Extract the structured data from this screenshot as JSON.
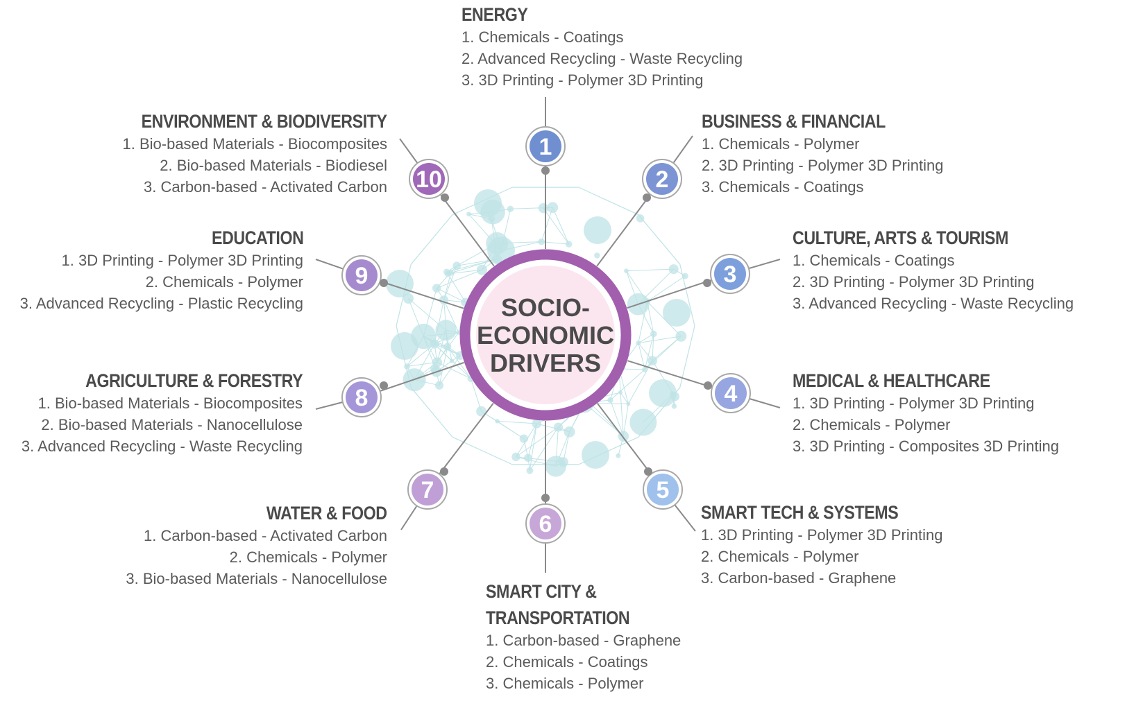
{
  "center": {
    "lines": [
      "SOCIO-",
      "ECONOMIC",
      "DRIVERS"
    ]
  },
  "drivers": [
    {
      "num": "1",
      "color": "#6f8fd0",
      "title": "ENERGY",
      "items": [
        "1. Chemicals - Coatings",
        "2. Advanced Recycling - Waste Recycling",
        "3. 3D Printing - Polymer 3D Printing"
      ]
    },
    {
      "num": "2",
      "color": "#7c94d4",
      "title": "BUSINESS & FINANCIAL",
      "items": [
        "1. Chemicals - Polymer",
        "2. 3D Printing - Polymer 3D Printing",
        "3. Chemicals - Coatings"
      ]
    },
    {
      "num": "3",
      "color": "#7d9fdb",
      "title": "CULTURE, ARTS & TOURISM",
      "items": [
        "1. Chemicals - Coatings",
        "2. 3D Printing - Polymer 3D Printing",
        "3. Advanced Recycling - Waste Recycling"
      ]
    },
    {
      "num": "4",
      "color": "#97a6e0",
      "title": "MEDICAL & HEALTHCARE",
      "items": [
        "1. 3D Printing - Polymer 3D Printing",
        "2. Chemicals - Polymer",
        "3. 3D Printing - Composites 3D Printing"
      ]
    },
    {
      "num": "5",
      "color": "#9fc1ec",
      "title": "SMART TECH & SYSTEMS",
      "items": [
        "1. 3D Printing - Polymer 3D Printing",
        "2. Chemicals - Polymer",
        "3. Carbon-based - Graphene"
      ]
    },
    {
      "num": "6",
      "color": "#c7a6d8",
      "title_lines": [
        "SMART CITY &",
        "TRANSPORTATION"
      ],
      "items": [
        "1. Carbon-based - Graphene",
        "2. Chemicals - Coatings",
        "3. Chemicals - Polymer"
      ]
    },
    {
      "num": "7",
      "color": "#bf9fd6",
      "title": "WATER & FOOD",
      "items": [
        "1. Carbon-based - Activated Carbon",
        "2. Chemicals - Polymer",
        "3. Bio-based Materials - Nanocellulose"
      ]
    },
    {
      "num": "8",
      "color": "#a596d9",
      "title": "AGRICULTURE & FORESTRY",
      "items": [
        "1. Bio-based Materials - Biocomposites",
        "2. Bio-based Materials - Nanocellulose",
        "3. Advanced Recycling - Waste Recycling"
      ]
    },
    {
      "num": "9",
      "color": "#a58bce",
      "title": "EDUCATION",
      "items": [
        "1. 3D Printing - Polymer 3D Printing",
        "2. Chemicals - Polymer",
        "3. Advanced Recycling - Plastic Recycling"
      ]
    },
    {
      "num": "10",
      "color": "#a068b8",
      "title": "ENVIRONMENT & BIODIVERSITY",
      "items": [
        "1. Bio-based Materials - Biocomposites",
        "2. Bio-based Materials - Biodiesel",
        "3. Carbon-based - Activated Carbon"
      ]
    }
  ],
  "colors": {
    "ring": "#a25fae",
    "center_fill": "#fbe6ef",
    "connector": "#8a8a8a",
    "network": "#bfe3e6"
  }
}
